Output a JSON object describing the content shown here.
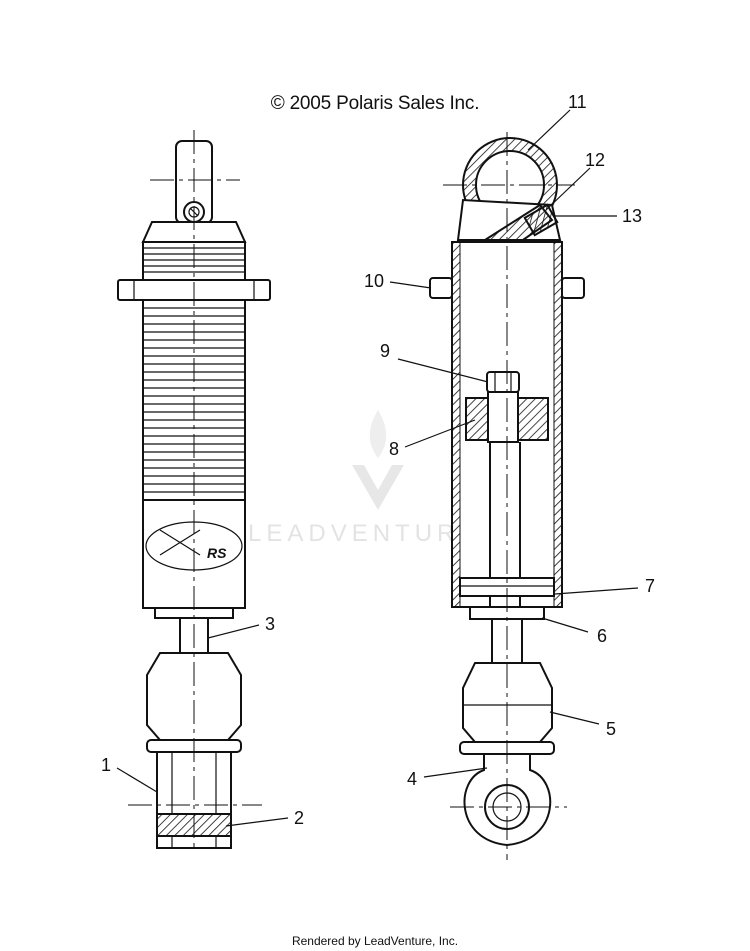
{
  "copyright": "© 2005 Polaris Sales Inc.",
  "footer": "Rendered by LeadVenture, Inc.",
  "watermark": "LEADVENTURE",
  "callouts": [
    "1",
    "2",
    "3",
    "4",
    "5",
    "6",
    "7",
    "8",
    "9",
    "10",
    "11",
    "12",
    "13"
  ],
  "decal_text": "RS"
}
